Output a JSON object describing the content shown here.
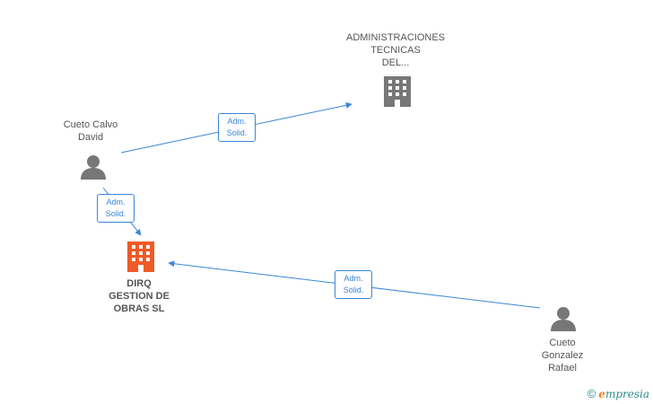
{
  "colors": {
    "edge": "#3a86d8",
    "person_icon": "#777777",
    "company_icon": "#777777",
    "focus_company_icon": "#f05a28",
    "text": "#555555"
  },
  "nodes": {
    "admin_tecnicas": {
      "lines": [
        "ADMINISTRACIONES",
        "TECNICAS",
        "DEL..."
      ],
      "icon": "building-icon"
    },
    "cueto_calvo": {
      "lines": [
        "Cueto Calvo",
        "David"
      ],
      "icon": "person-icon"
    },
    "dirq": {
      "lines": [
        "DIRQ",
        "GESTION DE",
        "OBRAS SL"
      ],
      "icon": "building-icon"
    },
    "cueto_gonzalez": {
      "lines": [
        "Cueto",
        "Gonzalez",
        "Rafael"
      ],
      "icon": "person-icon"
    }
  },
  "edges": [
    {
      "from": "cueto_calvo",
      "to": "admin_tecnicas",
      "label": [
        "Adm.",
        "Solid."
      ]
    },
    {
      "from": "cueto_calvo",
      "to": "dirq",
      "label": [
        "Adm.",
        "Solid."
      ]
    },
    {
      "from": "cueto_gonzalez",
      "to": "dirq",
      "label": [
        "Adm.",
        "Solid."
      ]
    }
  ],
  "watermark": {
    "symbol": "©",
    "brand_initial": "e",
    "brand_rest": "mpresia"
  }
}
